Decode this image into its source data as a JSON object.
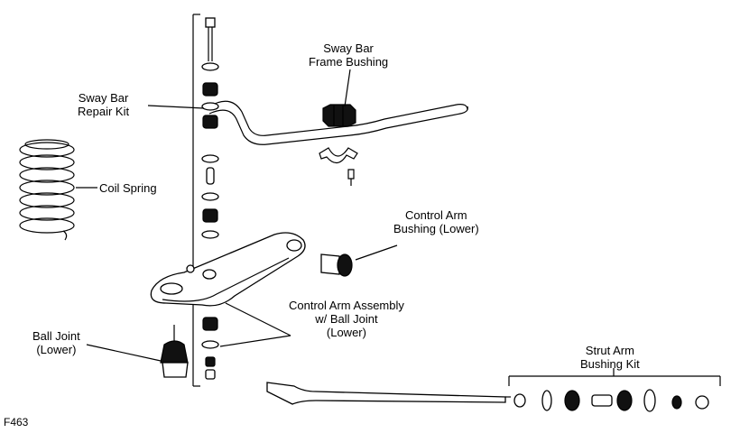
{
  "figure_id": "F463",
  "labels": {
    "sway_bar_frame_bushing": [
      "Sway Bar",
      "Frame Bushing"
    ],
    "sway_bar_repair_kit": [
      "Sway Bar",
      "Repair Kit"
    ],
    "coil_spring": "Coil Spring",
    "control_arm_bushing_lower": [
      "Control Arm",
      "Bushing (Lower)"
    ],
    "control_arm_assembly": [
      "Control Arm Assembly",
      "w/ Ball Joint",
      "(Lower)"
    ],
    "ball_joint_lower": [
      "Ball Joint",
      "(Lower)"
    ],
    "strut_arm_bushing_kit": [
      "Strut Arm",
      "Bushing Kit"
    ]
  }
}
